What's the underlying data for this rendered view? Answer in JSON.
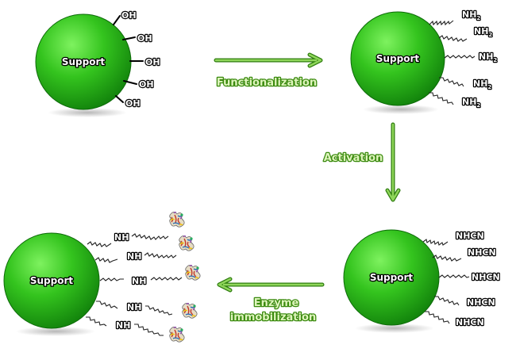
{
  "colors": {
    "support_fill": "#34c41e",
    "support_dark": "#0f7d0a",
    "arrow": "#7ac943",
    "arrow_outline": "#2f7d10"
  },
  "supports": {
    "support_1": {
      "label": "Support",
      "groups": [
        "OH",
        "OH",
        "OH",
        "OH",
        "OH"
      ]
    },
    "support_2": {
      "label": "Support",
      "groups": [
        "NH",
        "NH",
        "NH",
        "NH",
        "NH"
      ],
      "subscript": "2"
    },
    "support_3": {
      "label": "Support",
      "groups": [
        "NHCN",
        "NHCN",
        "NHCN",
        "NHCN",
        "NHCN"
      ]
    },
    "support_4": {
      "label": "Support",
      "groups": [
        "NH",
        "NH",
        "NH",
        "NH",
        "NH"
      ]
    }
  },
  "steps": {
    "functionalization": "Functionalization",
    "activation": "Activation",
    "enzyme_line1": "Enzyme",
    "enzyme_line2": "immobilization"
  },
  "icons": {
    "enzyme": "enzyme-molecule-icon"
  }
}
